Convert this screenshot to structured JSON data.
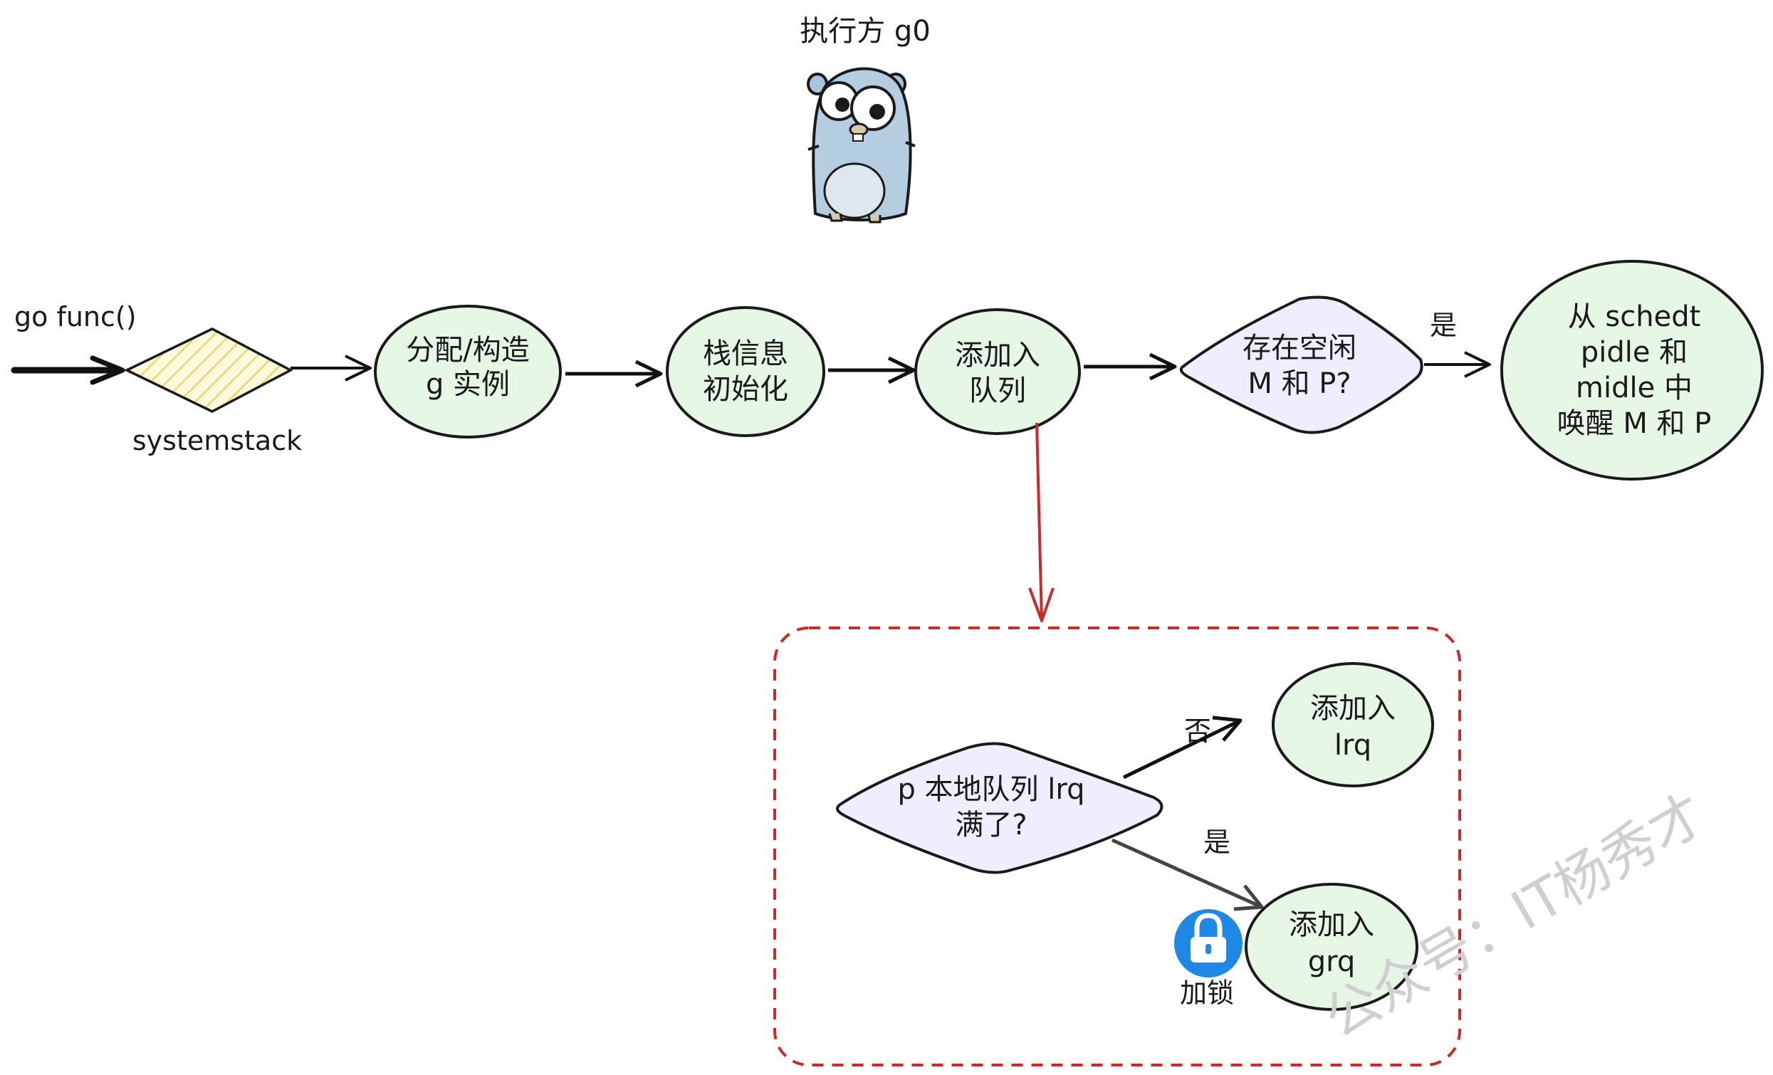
{
  "executor_label": "执行方 g0",
  "gopher_icon": "gopher-mascot",
  "entry_label": "go func()",
  "systemstack_label": "systemstack",
  "nodes": {
    "alloc": [
      "分配/构造",
      "g 实例"
    ],
    "stack_init": [
      "栈信息",
      "初始化"
    ],
    "enqueue": [
      "添加入",
      "队列"
    ],
    "idle_check": [
      "存在空闲",
      "M 和 P?"
    ],
    "wake": [
      "从 schedt",
      "pidle 和",
      "midle 中",
      "唤醒 M 和 P"
    ],
    "lrq_full": [
      "p 本地队列 lrq",
      "满了?"
    ],
    "add_lrq": [
      "添加入",
      "lrq"
    ],
    "add_grq": [
      "添加入",
      "grq"
    ]
  },
  "edge_labels": {
    "yes_top": "是",
    "no": "否",
    "yes_bottom": "是"
  },
  "lock_label": "加锁",
  "lock_icon": "lock-icon",
  "watermark": "公众号：IT杨秀才",
  "colors": {
    "node_fill": "#e6f7e6",
    "decision_fill": "#eeeeff",
    "systemstack_fill": "#fff6c9",
    "dashed_border": "#cc2a2a",
    "red_arrow": "#cc2a2a",
    "lock_blue": "#1e88e5"
  }
}
